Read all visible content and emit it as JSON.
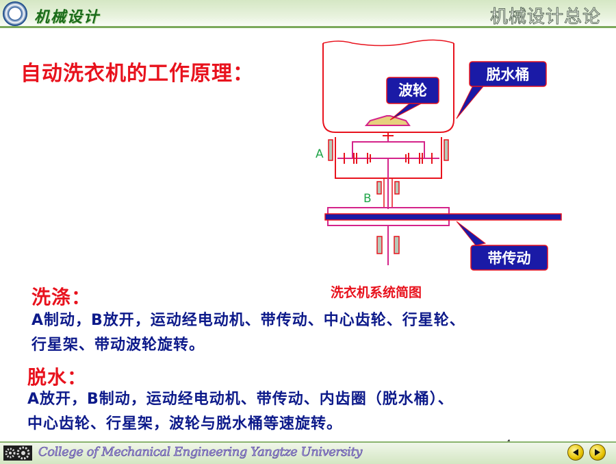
{
  "header": {
    "course_title": "机械设计",
    "chapter_title": "机械设计总论"
  },
  "slide": {
    "heading": "自动洗衣机的工作原理：",
    "diagram": {
      "label_impeller": "波轮",
      "label_drum": "脱水桶",
      "label_belt": "带传动",
      "label_a": "A",
      "label_b": "B",
      "caption": "洗衣机系统简图"
    },
    "washing": {
      "title": "洗涤：",
      "lines": [
        "A制动，B放开，运动经电动机、带传动、中心齿轮、行星轮、",
        "行星架、带动波轮旋转。"
      ]
    },
    "spinning": {
      "title": "脱水：",
      "lines": [
        "A放开，B制动，运动经电动机、带传动、内齿圈（脱水桶）、",
        "中心齿轮、行星架，波轮与脱水桶等速旋转。"
      ]
    },
    "page_number": "4"
  },
  "footer": {
    "text": "College of Mechanical Engineering Yangtze University"
  },
  "colors": {
    "heading": "#e8121d",
    "body_text": "#0d1a8a",
    "callout_fill": "#1a1aa6",
    "mechanism": "#e8121d",
    "carrier": "#d4238a"
  }
}
